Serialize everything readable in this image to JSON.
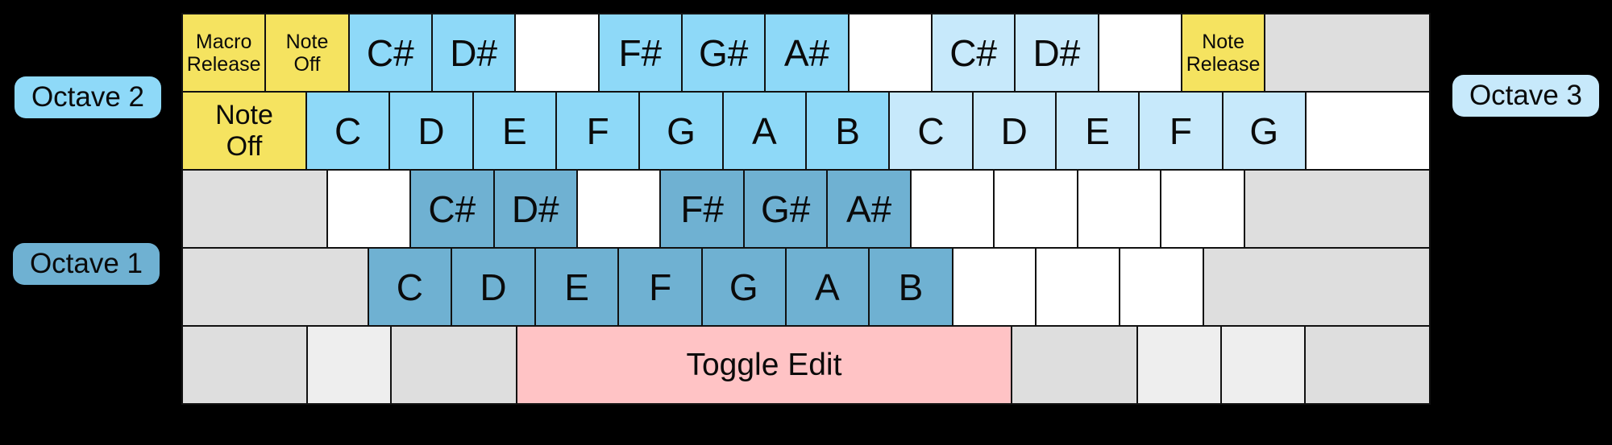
{
  "octave_labels": {
    "octave1": "Octave 1",
    "octave2": "Octave 2",
    "octave3": "Octave 3"
  },
  "palette": {
    "background": "#000000",
    "key_border": "#111111",
    "yellow": "#F5E360",
    "blue_octave2": "#8ED9F8",
    "blue_octave3": "#C7E9FB",
    "blue_octave1": "#6FB1D2",
    "pink": "#FFC3C5",
    "gray": "#DEDEDE",
    "gray_light": "#EEEEEE",
    "white": "#FFFFFF"
  },
  "rows": [
    {
      "keys": [
        {
          "id": "grave",
          "label": "Macro\nRelease",
          "color": "yellow",
          "u": 1,
          "text": "small"
        },
        {
          "id": "1",
          "label": "Note\nOff",
          "color": "yellow",
          "u": 1,
          "text": "small"
        },
        {
          "id": "2",
          "label": "C#",
          "color": "blue_octave2",
          "u": 1,
          "text": "large"
        },
        {
          "id": "3",
          "label": "D#",
          "color": "blue_octave2",
          "u": 1,
          "text": "large"
        },
        {
          "id": "4",
          "label": "",
          "color": "white",
          "u": 1,
          "text": "large"
        },
        {
          "id": "5",
          "label": "F#",
          "color": "blue_octave2",
          "u": 1,
          "text": "large"
        },
        {
          "id": "6",
          "label": "G#",
          "color": "blue_octave2",
          "u": 1,
          "text": "large"
        },
        {
          "id": "7",
          "label": "A#",
          "color": "blue_octave2",
          "u": 1,
          "text": "large"
        },
        {
          "id": "8",
          "label": "",
          "color": "white",
          "u": 1,
          "text": "large"
        },
        {
          "id": "9",
          "label": "C#",
          "color": "blue_octave3",
          "u": 1,
          "text": "large"
        },
        {
          "id": "0",
          "label": "D#",
          "color": "blue_octave3",
          "u": 1,
          "text": "large"
        },
        {
          "id": "minus",
          "label": "",
          "color": "white",
          "u": 1,
          "text": "large"
        },
        {
          "id": "equals",
          "label": "Note\nRelease",
          "color": "yellow",
          "u": 1,
          "text": "small"
        },
        {
          "id": "backspace",
          "label": "",
          "color": "gray",
          "u": 2,
          "text": "large"
        }
      ]
    },
    {
      "keys": [
        {
          "id": "tab",
          "label": "Note\nOff",
          "color": "yellow",
          "u": 1.5,
          "text": "medium"
        },
        {
          "id": "q",
          "label": "C",
          "color": "blue_octave2",
          "u": 1,
          "text": "large"
        },
        {
          "id": "w",
          "label": "D",
          "color": "blue_octave2",
          "u": 1,
          "text": "large"
        },
        {
          "id": "e",
          "label": "E",
          "color": "blue_octave2",
          "u": 1,
          "text": "large"
        },
        {
          "id": "r",
          "label": "F",
          "color": "blue_octave2",
          "u": 1,
          "text": "large"
        },
        {
          "id": "t",
          "label": "G",
          "color": "blue_octave2",
          "u": 1,
          "text": "large"
        },
        {
          "id": "y",
          "label": "A",
          "color": "blue_octave2",
          "u": 1,
          "text": "large"
        },
        {
          "id": "u",
          "label": "B",
          "color": "blue_octave2",
          "u": 1,
          "text": "large"
        },
        {
          "id": "i",
          "label": "C",
          "color": "blue_octave3",
          "u": 1,
          "text": "large"
        },
        {
          "id": "o",
          "label": "D",
          "color": "blue_octave3",
          "u": 1,
          "text": "large"
        },
        {
          "id": "p",
          "label": "E",
          "color": "blue_octave3",
          "u": 1,
          "text": "large"
        },
        {
          "id": "lbracket",
          "label": "F",
          "color": "blue_octave3",
          "u": 1,
          "text": "large"
        },
        {
          "id": "rbracket",
          "label": "G",
          "color": "blue_octave3",
          "u": 1,
          "text": "large"
        },
        {
          "id": "backslash",
          "label": "",
          "color": "white",
          "u": 1.5,
          "text": "large"
        }
      ]
    },
    {
      "keys": [
        {
          "id": "caps",
          "label": "",
          "color": "gray",
          "u": 1.75,
          "text": "large"
        },
        {
          "id": "a",
          "label": "",
          "color": "white",
          "u": 1,
          "text": "large"
        },
        {
          "id": "s",
          "label": "C#",
          "color": "blue_octave1",
          "u": 1,
          "text": "large"
        },
        {
          "id": "d",
          "label": "D#",
          "color": "blue_octave1",
          "u": 1,
          "text": "large"
        },
        {
          "id": "f",
          "label": "",
          "color": "white",
          "u": 1,
          "text": "large"
        },
        {
          "id": "g",
          "label": "F#",
          "color": "blue_octave1",
          "u": 1,
          "text": "large"
        },
        {
          "id": "h",
          "label": "G#",
          "color": "blue_octave1",
          "u": 1,
          "text": "large"
        },
        {
          "id": "j",
          "label": "A#",
          "color": "blue_octave1",
          "u": 1,
          "text": "large"
        },
        {
          "id": "k",
          "label": "",
          "color": "white",
          "u": 1,
          "text": "large"
        },
        {
          "id": "l",
          "label": "",
          "color": "white",
          "u": 1,
          "text": "large"
        },
        {
          "id": "semicolon",
          "label": "",
          "color": "white",
          "u": 1,
          "text": "large"
        },
        {
          "id": "quote",
          "label": "",
          "color": "white",
          "u": 1,
          "text": "large"
        },
        {
          "id": "enter",
          "label": "",
          "color": "gray",
          "u": 2.25,
          "text": "large"
        }
      ]
    },
    {
      "keys": [
        {
          "id": "lshift",
          "label": "",
          "color": "gray",
          "u": 2.25,
          "text": "large"
        },
        {
          "id": "z",
          "label": "C",
          "color": "blue_octave1",
          "u": 1,
          "text": "large"
        },
        {
          "id": "x",
          "label": "D",
          "color": "blue_octave1",
          "u": 1,
          "text": "large"
        },
        {
          "id": "c",
          "label": "E",
          "color": "blue_octave1",
          "u": 1,
          "text": "large"
        },
        {
          "id": "v",
          "label": "F",
          "color": "blue_octave1",
          "u": 1,
          "text": "large"
        },
        {
          "id": "b",
          "label": "G",
          "color": "blue_octave1",
          "u": 1,
          "text": "large"
        },
        {
          "id": "n",
          "label": "A",
          "color": "blue_octave1",
          "u": 1,
          "text": "large"
        },
        {
          "id": "m",
          "label": "B",
          "color": "blue_octave1",
          "u": 1,
          "text": "large"
        },
        {
          "id": "comma",
          "label": "",
          "color": "white",
          "u": 1,
          "text": "large"
        },
        {
          "id": "period",
          "label": "",
          "color": "white",
          "u": 1,
          "text": "large"
        },
        {
          "id": "slash",
          "label": "",
          "color": "white",
          "u": 1,
          "text": "large"
        },
        {
          "id": "rshift",
          "label": "",
          "color": "gray",
          "u": 2.75,
          "text": "large"
        }
      ]
    },
    {
      "keys": [
        {
          "id": "lctrl",
          "label": "",
          "color": "gray",
          "u": 1.5,
          "text": "large"
        },
        {
          "id": "lwin",
          "label": "",
          "color": "gray_light",
          "u": 1,
          "text": "large"
        },
        {
          "id": "lalt",
          "label": "",
          "color": "gray",
          "u": 1.5,
          "text": "large"
        },
        {
          "id": "space",
          "label": "Toggle Edit",
          "color": "pink",
          "u": 6,
          "text": "space"
        },
        {
          "id": "ralt",
          "label": "",
          "color": "gray",
          "u": 1.5,
          "text": "large"
        },
        {
          "id": "rwin",
          "label": "",
          "color": "gray_light",
          "u": 1,
          "text": "large"
        },
        {
          "id": "menu",
          "label": "",
          "color": "gray_light",
          "u": 1,
          "text": "large"
        },
        {
          "id": "rctrl",
          "label": "",
          "color": "gray",
          "u": 1.5,
          "text": "large"
        }
      ]
    }
  ]
}
